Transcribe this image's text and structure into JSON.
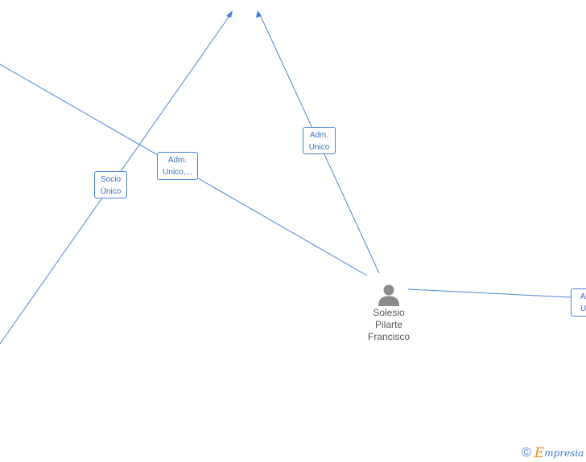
{
  "edge_labels": [
    {
      "id": "socio-unico",
      "lines": [
        "Socio",
        "Único"
      ]
    },
    {
      "id": "adm-unico-truncated",
      "lines": [
        "Adm.",
        "Unico,..."
      ]
    },
    {
      "id": "adm-unico",
      "lines": [
        "Adm.",
        "Unico"
      ]
    },
    {
      "id": "adm-unico-right-partial",
      "lines": [
        "Adm.",
        "Unico"
      ]
    }
  ],
  "person": {
    "name_lines": [
      "Solesio",
      "Pilarte",
      "Francisco"
    ],
    "icon": "person-icon"
  },
  "footer": {
    "copyright": "©",
    "brand_initial": "E",
    "brand_rest": "mpresia"
  },
  "colors": {
    "edge": "#4a86d4",
    "label_text": "#3b6fb6",
    "person_icon": "#8a8a8a",
    "brand_orange": "#f08a1c",
    "brand_blue": "#3b7dd8"
  }
}
